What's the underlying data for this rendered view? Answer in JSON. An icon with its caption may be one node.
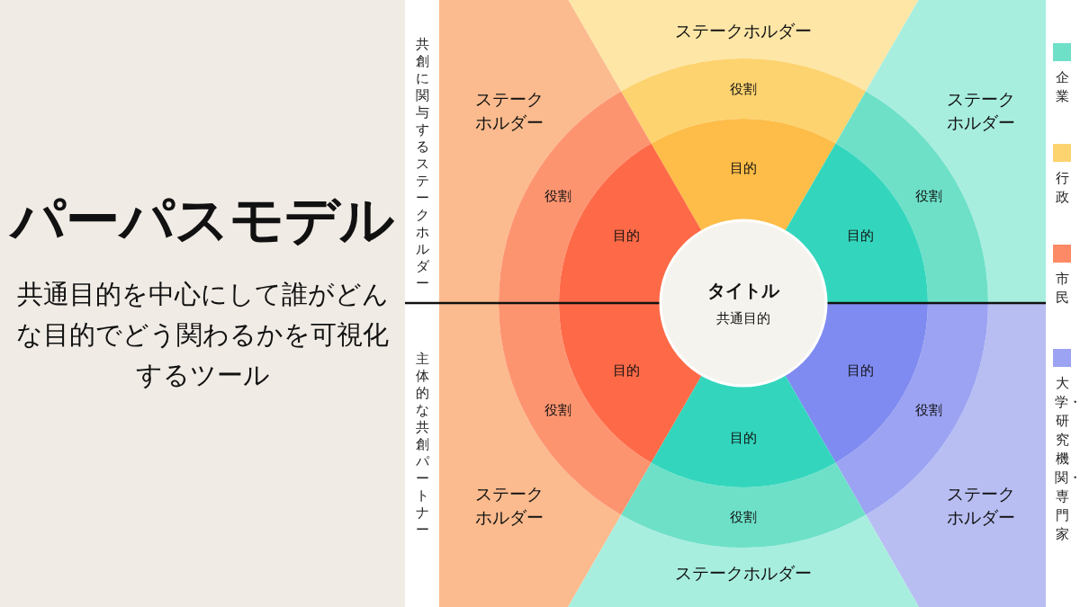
{
  "diagram": {
    "title": "パーパスモデル",
    "nodes": [
      {
        "text": [
          "タイトル",
          "共通目的"
        ]
      },
      {
        "text": [
          "ステークホルダー"
        ]
      },
      {
        "text": [
          "役割"
        ]
      },
      {
        "text": [
          "目的"
        ]
      },
      {
        "text": [
          "ステークホルダー"
        ]
      },
      {
        "text": [
          "役割"
        ]
      },
      {
        "text": [
          "目的"
        ]
      },
      {
        "text": [
          "ステークホルダー"
        ]
      },
      {
        "text": [
          "役割"
        ]
      },
      {
        "text": [
          "目的"
        ]
      },
      {
        "text": [
          "ステークホルダー"
        ]
      },
      {
        "text": [
          "役割"
        ]
      },
      {
        "text": [
          "目的"
        ]
      },
      {
        "text": [
          "ステークホルダー"
        ]
      },
      {
        "text": [
          "役割"
        ]
      },
      {
        "text": [
          "目的"
        ]
      },
      {
        "text": [
          "ステークホルダー"
        ]
      },
      {
        "text": [
          "役割"
        ]
      },
      {
        "text": [
          "目的"
        ]
      }
    ],
    "edges": [],
    "labels": [
      "共通目的を中心にして誰がどんな目的でどう関わるかを可視化するツール",
      "共創に関与するステークホルダー",
      "主体的な共創パートナー"
    ],
    "legend": [
      {
        "text": "企業",
        "color": "#6ee0c8"
      },
      {
        "text": "行政",
        "color": "#fdd36f"
      },
      {
        "text": "市民",
        "color": "#fd8a66"
      },
      {
        "text": "大学・研究機関・専門家",
        "color": "#9ba3f2"
      }
    ]
  }
}
